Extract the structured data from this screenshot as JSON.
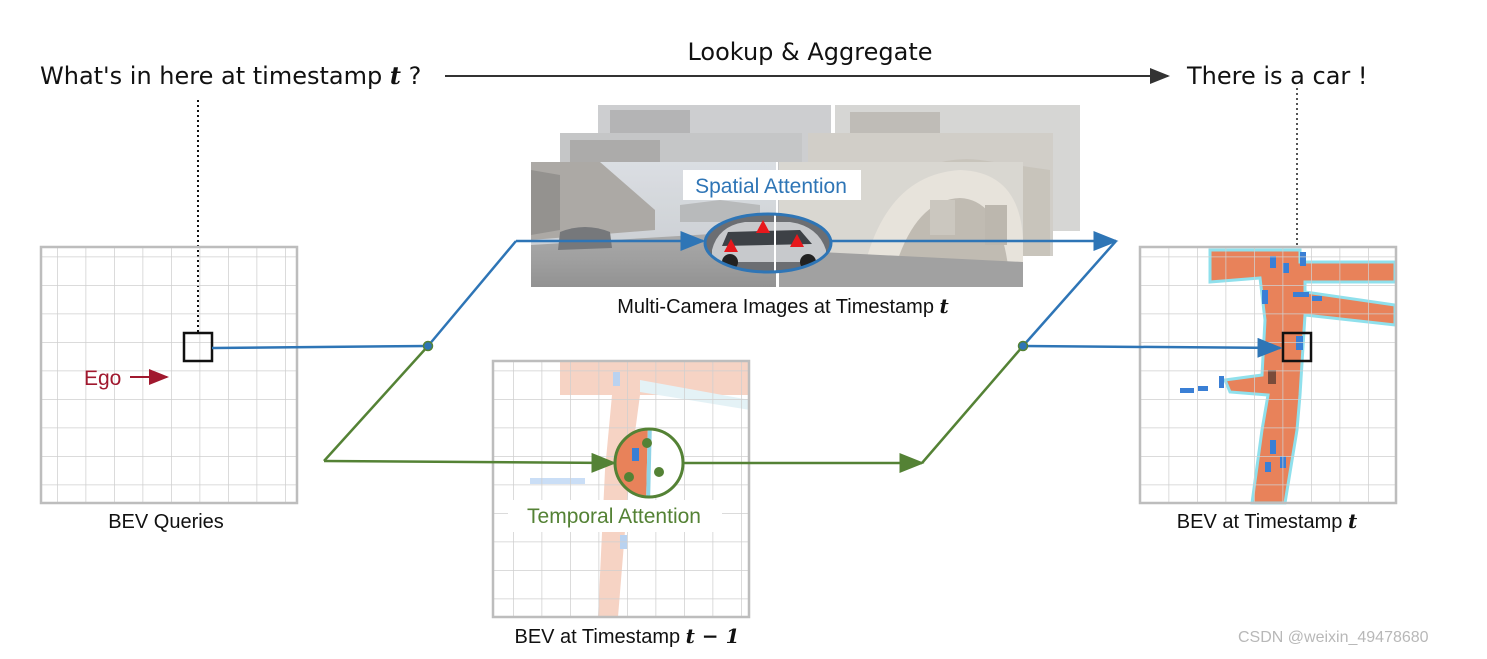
{
  "question": {
    "text": "What's in here at timestamp ",
    "var": "t",
    "suffix": " ?"
  },
  "answer": {
    "text": "There is a car !"
  },
  "top_arrow_label": "Lookup & Aggregate",
  "spatial_attention_label": "Spatial Attention",
  "temporal_attention_label": "Temporal Attention",
  "ego_label": "Ego",
  "bev_queries_caption": "BEV Queries",
  "multi_camera_caption": {
    "text": "Multi-Camera Images at Timestamp ",
    "var": "t"
  },
  "bev_prev_caption": {
    "text": "BEV at Timestamp ",
    "var": "t − 1"
  },
  "bev_curr_caption": {
    "text": "BEV at Timestamp ",
    "var": "t"
  },
  "watermark": "CSDN @weixin_49478680",
  "colors": {
    "spatial": "#2e75b6",
    "temporal": "#548235",
    "ego": "#a0182e",
    "road": "#e8825a",
    "vehicle": "#3a7fd5",
    "grid": "#c9c9c9"
  }
}
